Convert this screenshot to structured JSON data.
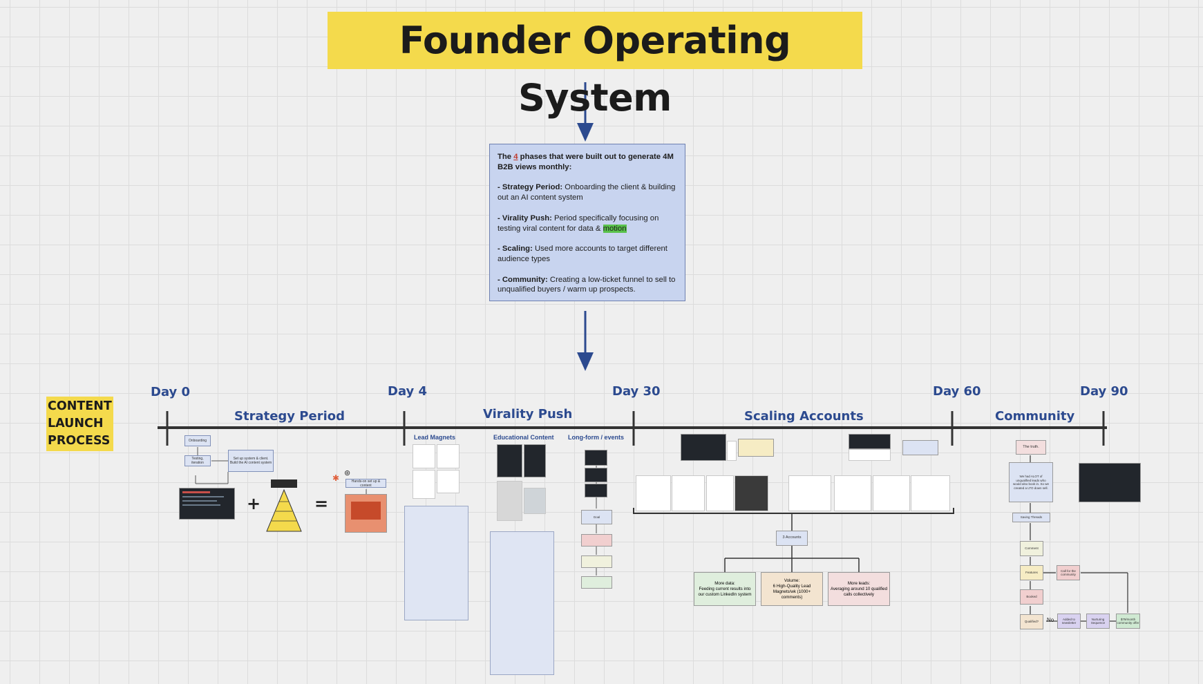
{
  "title": "Founder Operating System",
  "summary": {
    "intro_pre": "The ",
    "intro_num": "4",
    "intro_post": " phases that were built out to generate 4M B2B views monthly:",
    "phases": [
      {
        "label": "- Strategy Period:",
        "text": " Onboarding the client & building out an AI content system"
      },
      {
        "label": "- Virality Push:",
        "text": " Period specifically focusing on testing viral content for data & ",
        "highlight": "motion"
      },
      {
        "label": "- Scaling:",
        "text": " Used more accounts to target different audience types"
      },
      {
        "label": "- Community:",
        "text": " Creating a low-ticket funnel to sell to unqualified buyers / warm up prospects."
      }
    ]
  },
  "process_label": [
    "CONTENT",
    "LAUNCH",
    "PROCESS"
  ],
  "timeline": {
    "days": [
      "Day 0",
      "Day 4",
      "Day 30",
      "Day 60",
      "Day 90"
    ],
    "phases": [
      "Strategy Period",
      "Virality Push",
      "Scaling Accounts",
      "Community"
    ],
    "virality_columns": [
      "Lead Magnets",
      "Educational Content",
      "Long-form / events"
    ]
  },
  "strategy": {
    "mini_box_1": "Onboarding",
    "mini_box_2": "Testing, iteration",
    "mini_box_3": "Set up system & client. Build the AI content system",
    "operator_plus": "+",
    "operator_equals": "=",
    "end_box": "Hands-on set up & content"
  },
  "longform": {
    "goal": "Goal"
  },
  "scaling": {
    "accounts_box": "3 Accounts",
    "outcomes": [
      {
        "title": "More data:",
        "text": "Feeding current results into our custom LinkedIn system"
      },
      {
        "title": "Volume:",
        "text": "6 High-Quality Lead Magnets/wk (1000+ comments)"
      },
      {
        "title": "More leads:",
        "text": "Averaging around 10 qualified calls collectively"
      }
    ]
  },
  "community": {
    "truth": "The truth.",
    "note": "We had ALOT of unqualified leads who would also book in. So we created a LTO down sell.",
    "saving": "Saving Threads",
    "steps": [
      "Comment",
      "Features",
      "Booked",
      "Qualified?"
    ],
    "call_label": "Call for the community",
    "no_label": "No",
    "flow": [
      "Added to newsletter",
      "Nurturing Sequence",
      "$79/month community offer"
    ]
  },
  "colors": {
    "title_bg": "#f4da4c",
    "accent_blue": "#2c4a8f",
    "summary_bg": "#c8d4ef",
    "timeline": "#333333",
    "outcome_green": "#dfeedd",
    "outcome_tan": "#f3e4d0",
    "outcome_pink": "#f3dede"
  }
}
